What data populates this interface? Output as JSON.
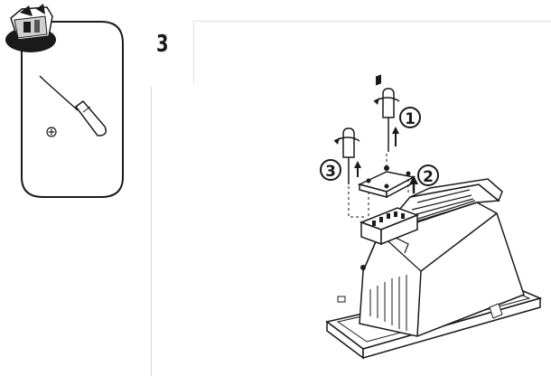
{
  "step": {
    "number": "3"
  },
  "callouts": [
    {
      "label": "1"
    },
    {
      "label": "2"
    },
    {
      "label": "3"
    }
  ],
  "icons": {
    "toolbox": "toolbox-icon",
    "screwdriver": "screwdriver-icon",
    "phillips": "phillips-head-icon"
  },
  "colors": {
    "ink": "#1a1a1a",
    "rule": "#d4d4d4",
    "panel_border": "#1a1a1a"
  }
}
